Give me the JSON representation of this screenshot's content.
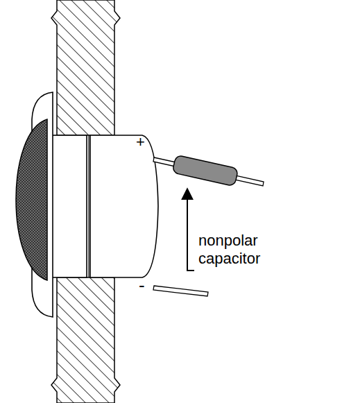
{
  "diagram": {
    "labels": [
      "+",
      "-",
      "nonpolar capacitor"
    ]
  }
}
